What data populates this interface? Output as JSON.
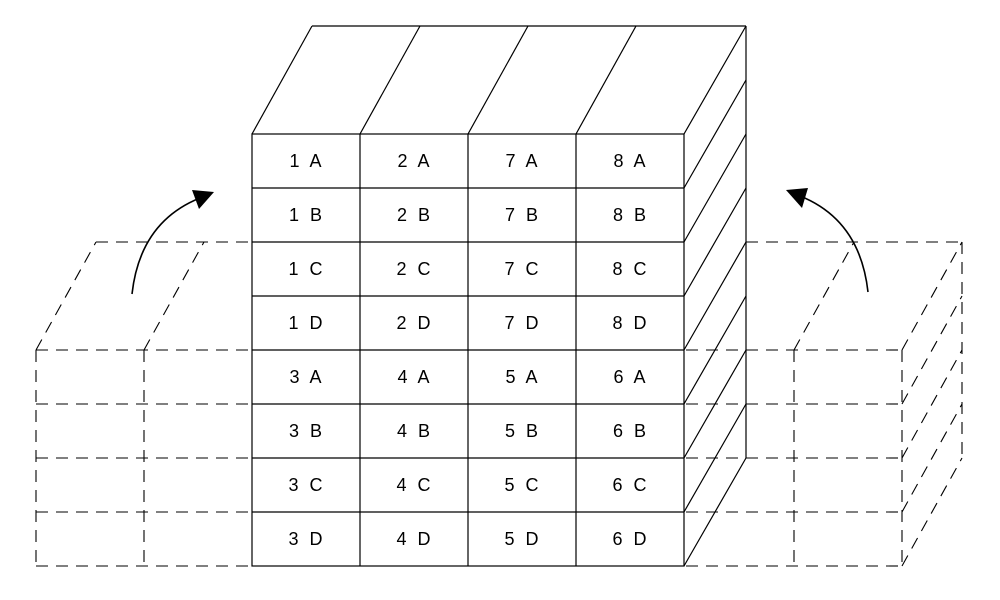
{
  "grid": {
    "rows": [
      [
        "1 A",
        "2 A",
        "7 A",
        "8 A"
      ],
      [
        "1 B",
        "2 B",
        "7 B",
        "8 B"
      ],
      [
        "1 C",
        "2 C",
        "7 C",
        "8 C"
      ],
      [
        "1 D",
        "2 D",
        "7 D",
        "8 D"
      ],
      [
        "3 A",
        "4 A",
        "5 A",
        "6 A"
      ],
      [
        "3 B",
        "4 B",
        "5 B",
        "6 B"
      ],
      [
        "3 C",
        "4 C",
        "5 C",
        "6 C"
      ],
      [
        "3 D",
        "4 D",
        "5 D",
        "6 D"
      ]
    ]
  },
  "icons": {
    "left_arrow": "curved-arrow-up-right-icon",
    "right_arrow": "curved-arrow-up-left-icon"
  }
}
